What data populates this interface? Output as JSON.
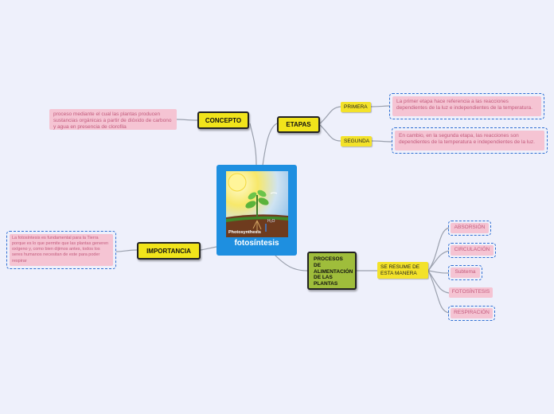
{
  "central": {
    "title": "fotosíntesis",
    "image_caption": "Photosynthesis",
    "image_tag": "H₂O"
  },
  "branches": {
    "concepto": {
      "label": "CONCEPTO",
      "note": "proceso mediante el cual las plantas producen sustancias orgánicas a partir de dióxido de carbono y agua en presencia de clorofila"
    },
    "etapas": {
      "label": "ETAPAS",
      "primera": {
        "label": "PRIMERA",
        "note": "La primer etapa hace referencia a las reacciones dependientes de la luz e independientes de la temperatura."
      },
      "segunda": {
        "label": "SEGUNDA",
        "note": "En cambio, en la segunda etapa, las reacciones son dependientes de la temperatura e independientes de la luz."
      }
    },
    "importancia": {
      "label": "IMPORTANCIA",
      "note": "La fotosíntesis es fundamental para la Tierra porque es lo que permite que las plantas generen oxígeno y, como bien dijimos antes, todos los seres humanos necesitan de este para poder respirar"
    },
    "procesos": {
      "label": "PROCESOS DE ALIMENTACIÓN DE LAS PLANTAS",
      "summary_label": "SE RESUME DE ESTA MANERA",
      "items": [
        "ABSORSIÓN",
        "CIRCULACIÓN",
        "Subtema",
        "FOTOSÍNTESIS",
        "RESPIRACIÓN"
      ]
    }
  },
  "colors": {
    "background": "#eef0fb",
    "central": "#1e8fe0",
    "branch_yellow": "#f1e41b",
    "branch_olive": "#9fbd3b",
    "note_pink": "#f5c4d3",
    "note_text": "#c25a7c",
    "dashed_outline": "#2f6fd3",
    "connector": "#9aa0ad"
  }
}
